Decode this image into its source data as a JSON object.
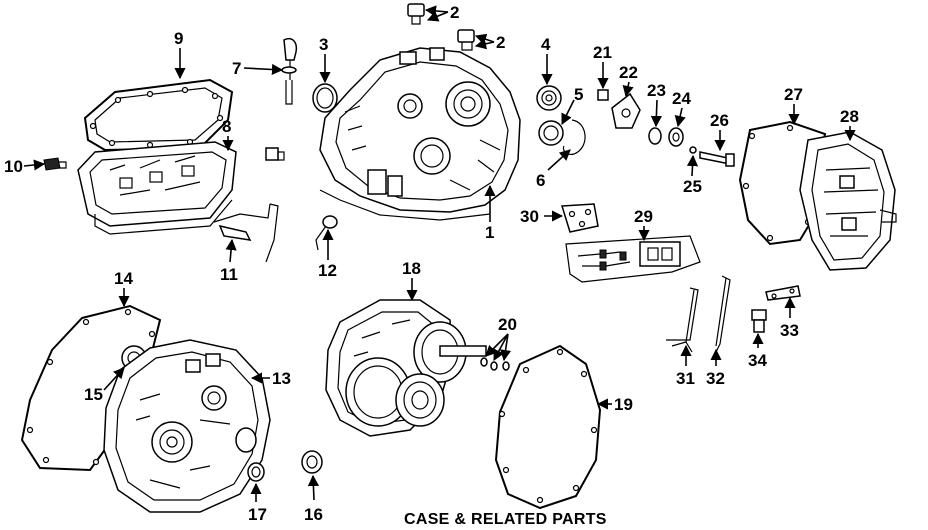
{
  "caption": "CASE & RELATED PARTS",
  "callouts": [
    "1",
    "2",
    "2",
    "3",
    "4",
    "5",
    "6",
    "7",
    "8",
    "9",
    "10",
    "11",
    "12",
    "13",
    "14",
    "15",
    "16",
    "17",
    "18",
    "19",
    "20",
    "21",
    "22",
    "23",
    "24",
    "25",
    "26",
    "27",
    "28",
    "29",
    "30",
    "31",
    "32",
    "33",
    "34"
  ]
}
